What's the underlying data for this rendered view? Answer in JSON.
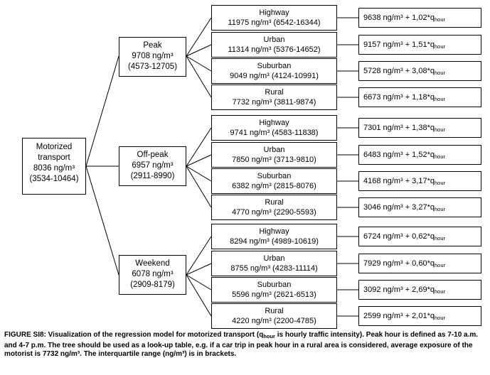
{
  "root": {
    "lines": [
      "Motorized",
      "transport",
      "8036 ng/m³",
      "(3534-10464)"
    ]
  },
  "groups": [
    {
      "title": "Peak",
      "value": "9708 ng/m³",
      "range": "(4573-12705)",
      "leaves": [
        {
          "name": "Highway",
          "detail": "11975 ng/m³ (6542-16344)",
          "formula": "9638 ng/m³ + 1,02*q",
          "sub": "hour"
        },
        {
          "name": "Urban",
          "detail": "11314 ng/m³ (5376-14652)",
          "formula": "9157 ng/m³ + 1,51*q",
          "sub": "hour"
        },
        {
          "name": "Suburban",
          "detail": "9049 ng/m³ (4124-10991)",
          "formula": "5728 ng/m³ + 3,08*q",
          "sub": "hour"
        },
        {
          "name": "Rural",
          "detail": "7732 ng/m³ (3811-9874)",
          "formula": "6673 ng/m³ + 1,18*q",
          "sub": "hour"
        }
      ]
    },
    {
      "title": "Off-peak",
      "value": "6957 ng/m³",
      "range": "(2911-8990)",
      "leaves": [
        {
          "name": "Highway",
          "detail": "9741 ng/m³ (4583-11838)",
          "formula": "7301 ng/m³ + 1,38*q",
          "sub": "hour"
        },
        {
          "name": "Urban",
          "detail": "7850 ng/m³ (3713-9810)",
          "formula": "6483 ng/m³ + 1,52*q",
          "sub": "hour"
        },
        {
          "name": "Suburban",
          "detail": "6382 ng/m³ (2815-8076)",
          "formula": "4168 ng/m³ + 3,17*q",
          "sub": "hour"
        },
        {
          "name": "Rural",
          "detail": "4770 ng/m³ (2290-5593)",
          "formula": "3046 ng/m³ + 3,27*q",
          "sub": "hour"
        }
      ]
    },
    {
      "title": "Weekend",
      "value": "6078 ng/m³",
      "range": "(2909-8179)",
      "leaves": [
        {
          "name": "Highway",
          "detail": "8294 ng/m³ (4989-10619)",
          "formula": "6724 ng/m³ + 0,62*q",
          "sub": "hour"
        },
        {
          "name": "Urban",
          "detail": "8755 ng/m³ (4283-11114)",
          "formula": "7929 ng/m³ + 0,60*q",
          "sub": "hour"
        },
        {
          "name": "Suburban",
          "detail": "5596 ng/m³ (2621-6513)",
          "formula": "3092 ng/m³ + 2,69*q",
          "sub": "hour"
        },
        {
          "name": "Rural",
          "detail": "4220 ng/m³ (2200-4785)",
          "formula": "2599 ng/m³ + 2,01*q",
          "sub": "hour"
        }
      ]
    }
  ],
  "caption": {
    "label": "FIGURE SI8:",
    "part1": " Visualization of the regression model for motorized transport (q",
    "sub": "hour",
    "part2": " is hourly traffic intensity). Peak hour is defined as 7-10 a.m. and 4-7 p.m. The tree should be used as a look-up table, e.g. if a car trip in peak hour in a rural area is considered, average exposure of the motorist is 7732 ng/m³. The interquartile range (ng/m³) is in brackets."
  }
}
